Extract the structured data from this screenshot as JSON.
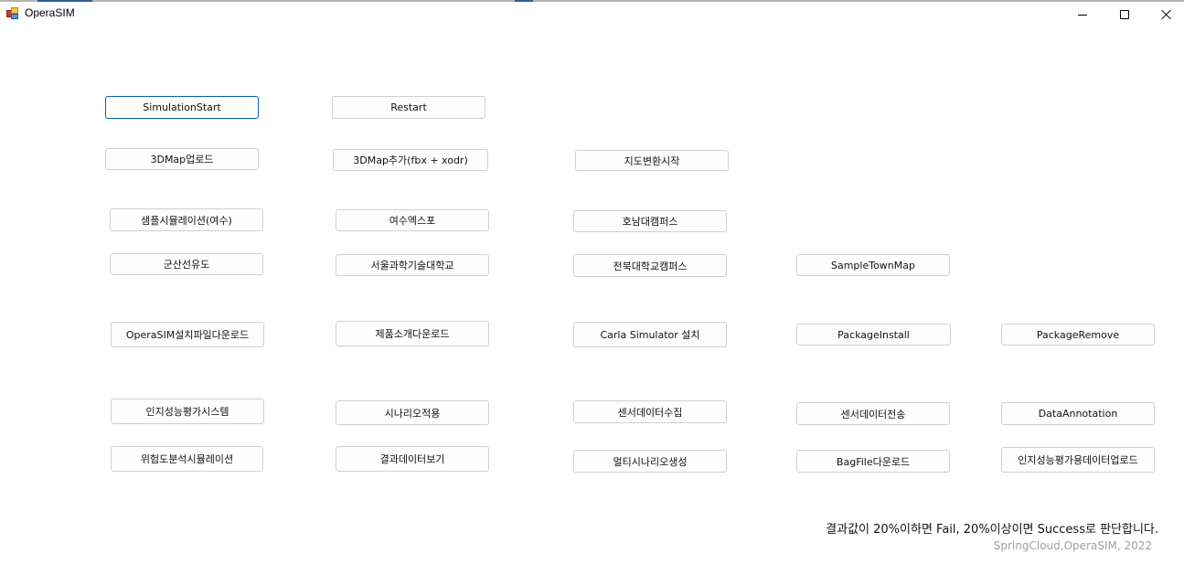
{
  "window": {
    "title": "OperaSIM",
    "controls": {
      "minimize": "minimize",
      "maximize": "maximize",
      "close": "close"
    }
  },
  "buttons": {
    "simulation_start": "SimulationStart",
    "restart": "Restart",
    "map_upload": "3DMap업로드",
    "map_add": "3DMap추가(fbx + xodr)",
    "map_convert": "지도변환시작",
    "sample_sim_yeosu": "샘플시뮬레이션(여수)",
    "yeosu_expo": "여수엑스포",
    "honam_campus": "호남대캠퍼스",
    "gunsan": "군산선유도",
    "seoultech": "서울과학기술대학교",
    "jeonbuk_campus": "전북대학교캠퍼스",
    "sample_town_map": "SampleTownMap",
    "install_download": "OperaSIM설치파일다운로드",
    "product_intro_download": "제품소개다운로드",
    "carla_install": "Carla Simulator 설치",
    "package_install": "PackageInstall",
    "package_remove": "PackageRemove",
    "perception_eval": "인지성능평가시스템",
    "apply_scenario": "시나리오적용",
    "sensor_collect": "센서데이터수집",
    "sensor_send": "센서데이터전송",
    "data_annotation": "DataAnnotation",
    "risk_sim": "위험도분석시뮬레이션",
    "view_results": "결과데이터보기",
    "multi_scenario": "멀티시나리오생성",
    "bagfile_download": "BagFile다운로드",
    "eval_data_upload": "인지성능평가용데이터업로드"
  },
  "footer": {
    "note": "결과값이 20%이하면 Fail, 20%이상이면 Success로 판단합니다.",
    "credit": "SpringCloud,OperaSIM, 2022"
  },
  "colors": {
    "focus_border": "#0a5fb4",
    "button_border": "#d0d0d0",
    "credit_text": "#a0a0a0"
  }
}
